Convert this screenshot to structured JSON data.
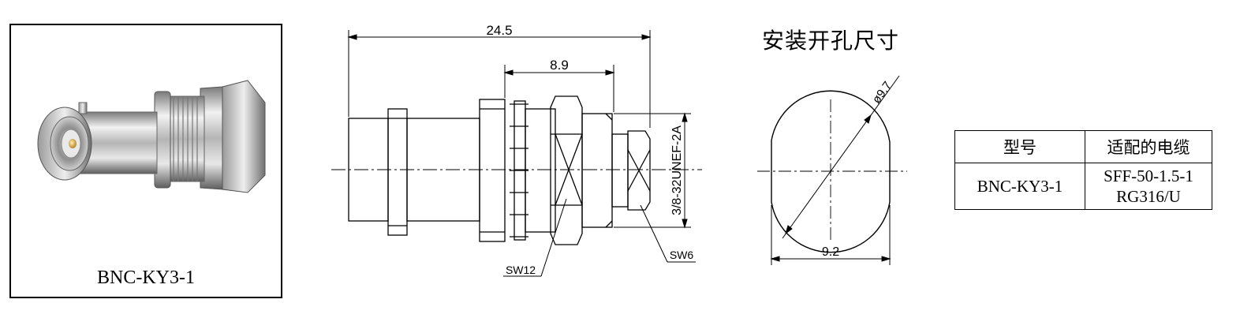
{
  "product_photo": {
    "caption": "BNC-KY3-1"
  },
  "side_drawing": {
    "overall_length": "24.5",
    "panel_length": "8.9",
    "thread_spec": "3/8-32UNEF-2A",
    "nut_wrench": "SW12",
    "rear_wrench": "SW6"
  },
  "mounting_hole": {
    "title": "安装开孔尺寸",
    "diameter": "ø9.7",
    "flat_width": "9.2"
  },
  "spec_table": {
    "headers": [
      "型号",
      "适配的电缆"
    ],
    "model": "BNC-KY3-1",
    "cables": [
      "SFF-50-1.5-1",
      "RG316/U"
    ]
  }
}
